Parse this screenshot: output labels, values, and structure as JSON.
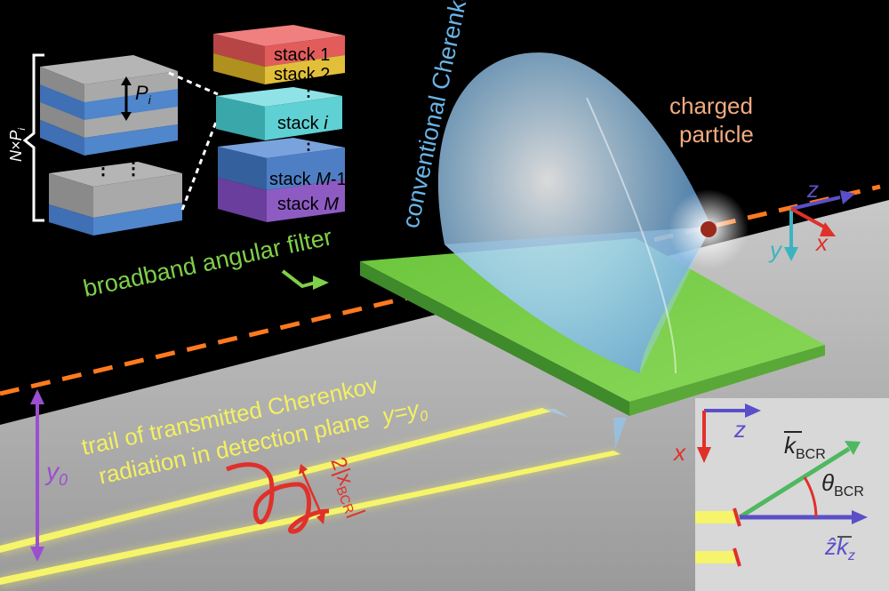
{
  "labels": {
    "cone": "conventional  Cherenkov cone",
    "charged_line1": "charged",
    "charged_line2": "particle",
    "filter": "broadband angular filter",
    "trail_line1": "trail of transmitted Cherenkov",
    "trail_line2": "radiation in detection plane",
    "trail_eq": "y=y",
    "trail_eq_sub": "0",
    "y0": "y",
    "y0_sub": "0",
    "width_pre": "2|x",
    "width_sub": "BCR",
    "width_post": "|",
    "nxp": "N×P",
    "nxp_sub": "i",
    "period": "P",
    "period_sub": "i",
    "dots": "⋮"
  },
  "stacks": [
    {
      "label": "stack 1",
      "color": "#e25c5c"
    },
    {
      "label": "stack 2",
      "color": "#e2bf3a"
    },
    {
      "label": "stack ",
      "label_var": "i",
      "color": "#5fd0d3"
    },
    {
      "label": "stack ",
      "label_var": "M",
      "label_suffix": "-1",
      "color": "#4e7fc4"
    },
    {
      "label": "stack ",
      "label_var": "M",
      "color": "#8e5bc3"
    }
  ],
  "axes_main": {
    "z": "z",
    "y": "y",
    "x": "x"
  },
  "inset": {
    "x": "x",
    "z": "z",
    "k": "k",
    "k_sub": "BCR",
    "theta": "θ",
    "theta_sub": "BCR",
    "zhat": "ẑk",
    "zhat_sub": "z"
  },
  "colors": {
    "filter": "#7fcf4a",
    "trail": "#f4f060",
    "dashed_path": "#ff7a1f",
    "cone": "#8fc8f0",
    "z_axis": "#5a4fc8",
    "x_axis": "#e0302a",
    "y_axis": "#3ab4c0",
    "k_vector": "#4fb860",
    "y0_arrow": "#9a4fd0"
  }
}
